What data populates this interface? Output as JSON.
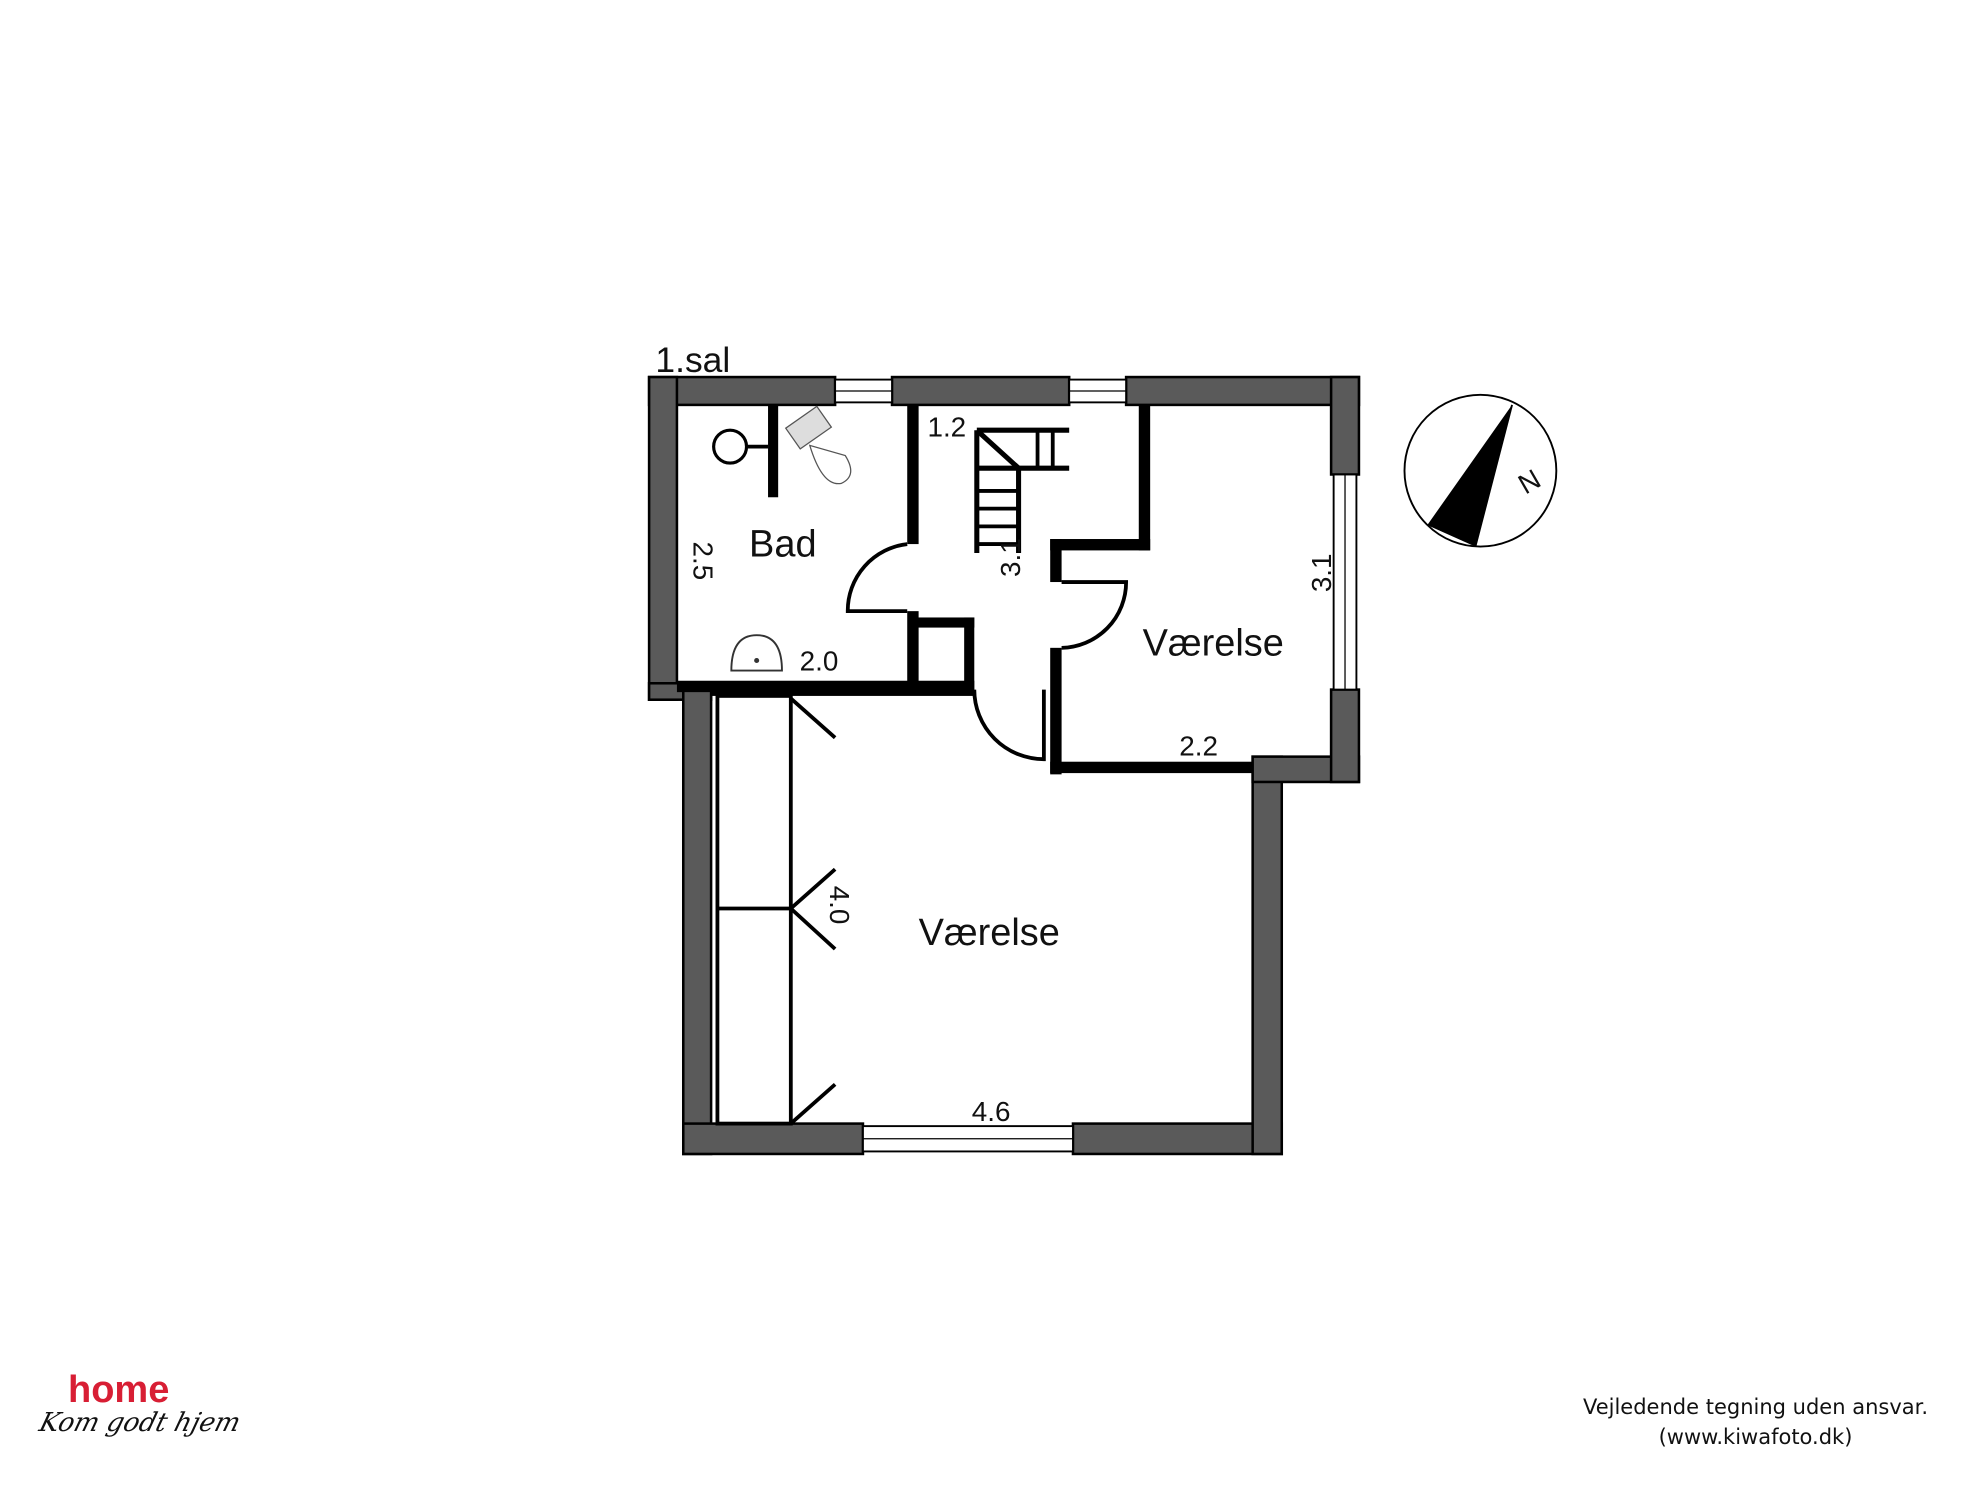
{
  "floor_label": "1.sal",
  "rooms": [
    {
      "name": "Bad",
      "dims": [
        "2.5",
        "2.0"
      ]
    },
    {
      "name": "Værelse",
      "dims": [
        "3.1",
        "2.2"
      ]
    },
    {
      "name": "Værelse",
      "dims": [
        "4.0",
        "4.6"
      ]
    }
  ],
  "hall_dims": [
    "1.2",
    "3.1"
  ],
  "compass_label": "N",
  "logo": {
    "brand": "home",
    "tagline": "Kom godt hjem",
    "brand_color": "#d81e34"
  },
  "footer": {
    "line1": "Vejledende tegning uden ansvar.",
    "line2": "(www.kiwafoto.dk)"
  }
}
